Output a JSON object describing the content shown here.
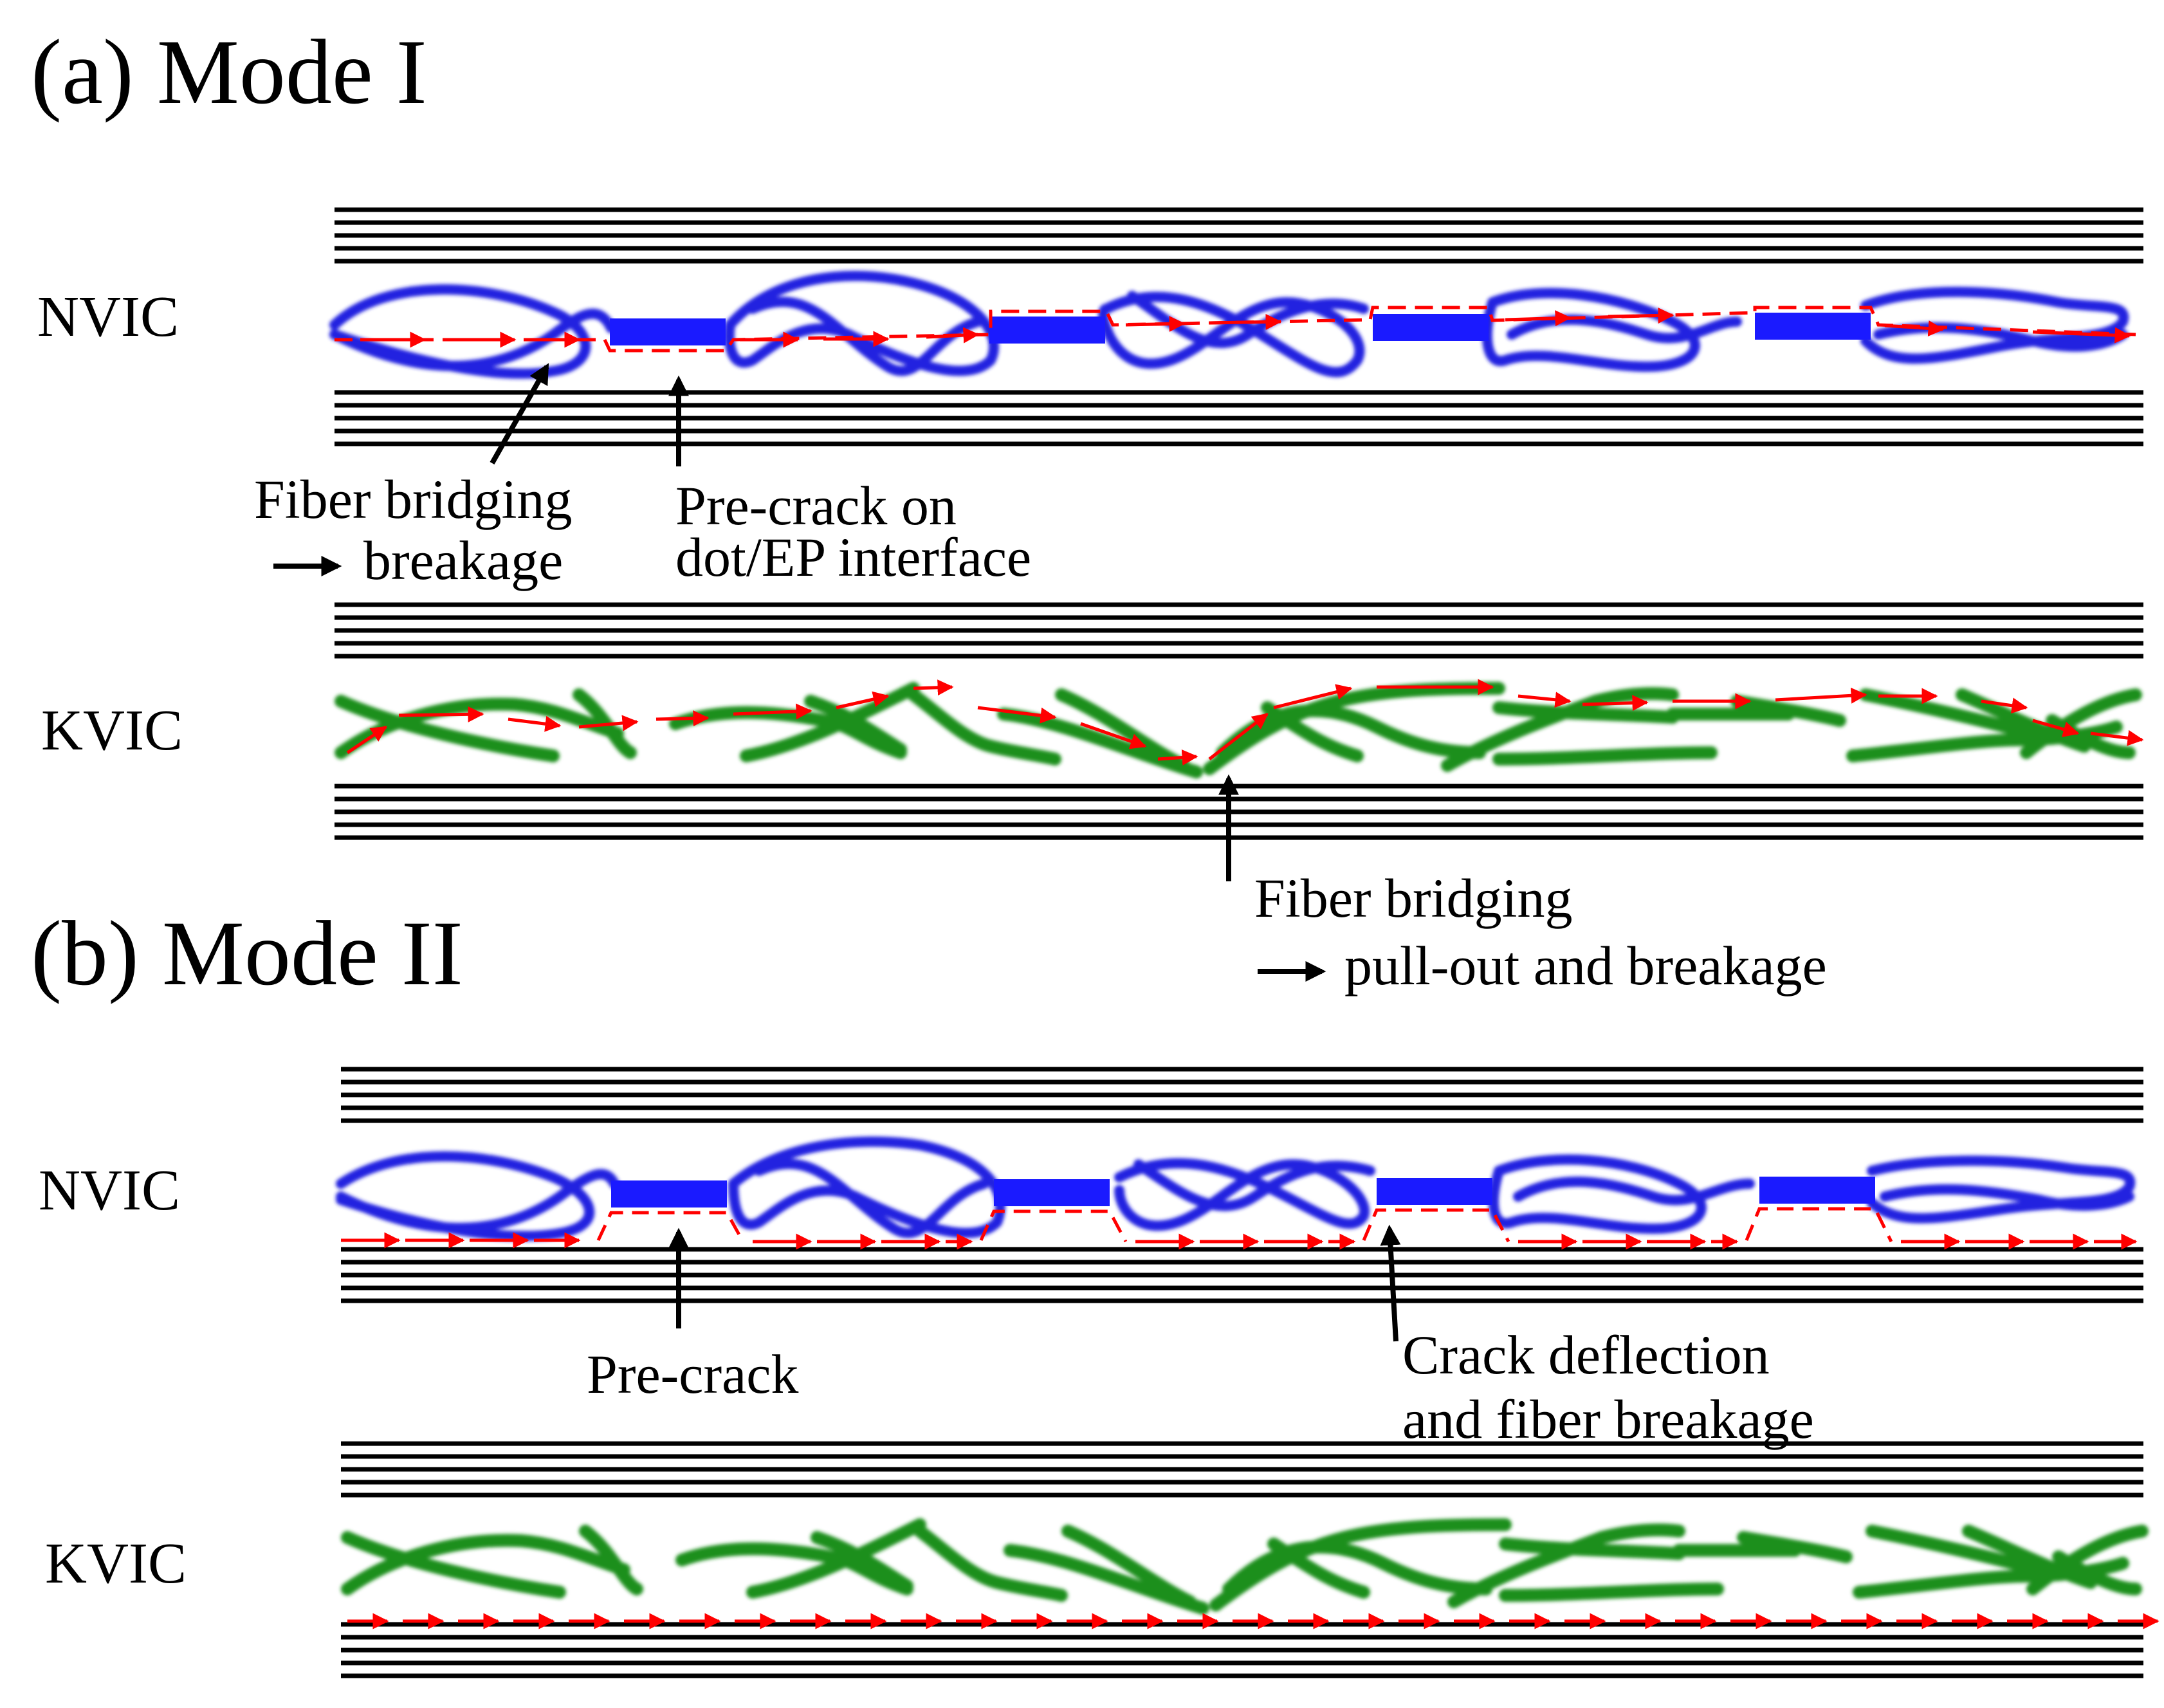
{
  "panels": {
    "a": {
      "heading": "(a)  Mode I"
    },
    "b": {
      "heading": "(b) Mode II"
    }
  },
  "rows": {
    "nvic": "NVIC",
    "kvic": "KVIC"
  },
  "annotations": {
    "fiber_bridging_breakage": {
      "line1": "Fiber bridging",
      "line2": "breakage"
    },
    "precrack_interface": {
      "line1": "Pre-crack on",
      "line2": "dot/EP interface"
    },
    "fiber_bridging_pullout": {
      "line1": "Fiber bridging",
      "line2": "pull-out and breakage"
    },
    "precrack": {
      "line1": "Pre-crack"
    },
    "crack_deflection": {
      "line1": "Crack deflection",
      "line2": "and fiber breakage"
    }
  },
  "colors": {
    "ply_lines": "#000000",
    "nvic_fibers": "#2020e0",
    "kvic_fibers": "#1e8f1e",
    "crack_path": "#ff0000",
    "annotation_arrow": "#000000"
  }
}
